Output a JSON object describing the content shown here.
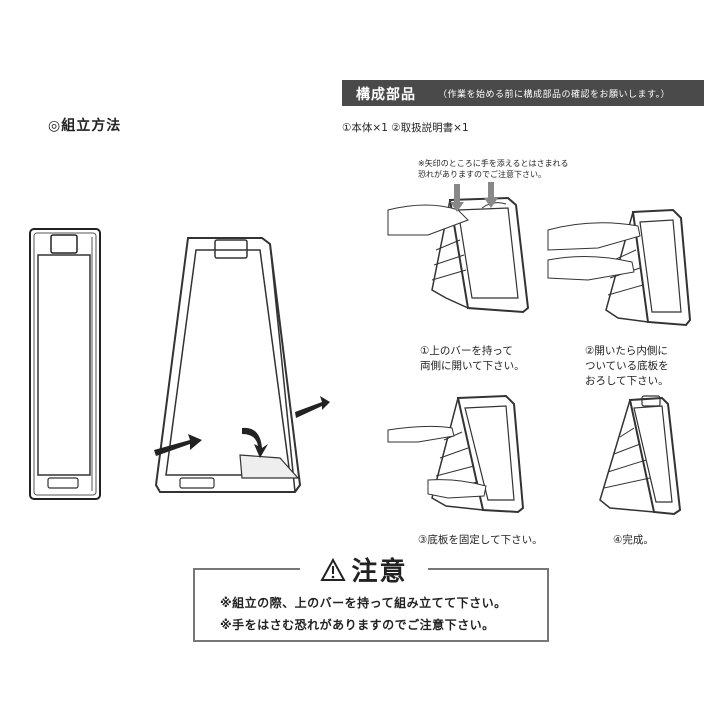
{
  "assembly": {
    "title": "◎組立方法"
  },
  "parts": {
    "header": "構成部品",
    "note": "（作業を始める前に構成部品の確認をお願いします。）",
    "items": "①本体×1 ②取扱説明書×1"
  },
  "hand_warning": {
    "line1": "※矢印のところに手を添えるとはさまれる",
    "line2": "恐れがありますのでご注意下さい。"
  },
  "steps": [
    {
      "line1": "①上のバーを持って",
      "line2": "両側に開いて下さい。"
    },
    {
      "line1": "②開いたら内側に",
      "line2": "ついている底板を",
      "line3": "おろして下さい。"
    },
    {
      "line1": "③底板を固定して下さい。"
    },
    {
      "line1": "④完成。"
    }
  ],
  "caution": {
    "title": "注意",
    "line1": "※組立の際、上のバーを持って組み立てて下さい。",
    "line2": "※手をはさむ恐れがありますのでご注意下さい。"
  },
  "icons": [
    "warning-triangle-icon",
    "arrow-icon"
  ]
}
